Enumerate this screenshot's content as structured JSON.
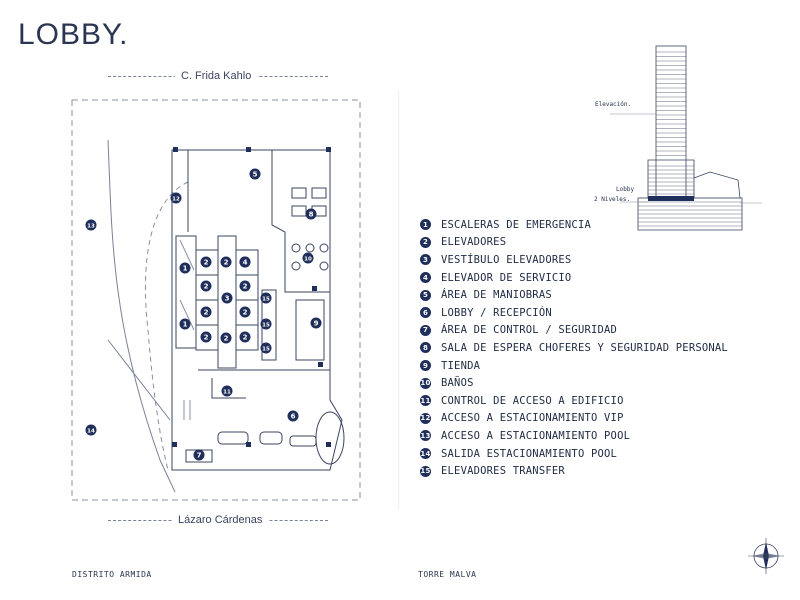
{
  "title": "LOBBY.",
  "streets": {
    "top": "C. Frida Kahlo",
    "bottom": "Lázaro Cárdenas"
  },
  "legend": [
    {
      "num": "1",
      "label": "ESCALERAS DE EMERGENCIA"
    },
    {
      "num": "2",
      "label": "ELEVADORES"
    },
    {
      "num": "3",
      "label": "VESTÍBULO ELEVADORES"
    },
    {
      "num": "4",
      "label": "ELEVADOR DE SERVICIO"
    },
    {
      "num": "5",
      "label": "ÁREA DE MANIOBRAS"
    },
    {
      "num": "6",
      "label": "LOBBY / RECEPCIÓN"
    },
    {
      "num": "7",
      "label": "ÁREA DE CONTROL / SEGURIDAD"
    },
    {
      "num": "8",
      "label": "SALA DE ESPERA CHOFERES Y SEGURIDAD PERSONAL"
    },
    {
      "num": "9",
      "label": "TIENDA"
    },
    {
      "num": "10",
      "label": "BAÑOS"
    },
    {
      "num": "11",
      "label": "CONTROL DE ACCESO A EDIFICIO"
    },
    {
      "num": "12",
      "label": "ACCESO A ESTACIONAMIENTO VIP"
    },
    {
      "num": "13",
      "label": "ACCESO A ESTACIONAMIENTO POOL"
    },
    {
      "num": "14",
      "label": "SALIDA ESTACIONAMIENTO POOL"
    },
    {
      "num": "15",
      "label": "ELEVADORES TRANSFER"
    }
  ],
  "elevation": {
    "label_top": "Elevación.",
    "label_lobby_1": "Lobby",
    "label_lobby_2": "2 Niveles."
  },
  "plan_markers": [
    {
      "num": "1"
    },
    {
      "num": "1"
    },
    {
      "num": "2"
    },
    {
      "num": "2"
    },
    {
      "num": "2"
    },
    {
      "num": "2"
    },
    {
      "num": "2"
    },
    {
      "num": "2"
    },
    {
      "num": "2"
    },
    {
      "num": "2"
    },
    {
      "num": "2"
    },
    {
      "num": "2"
    },
    {
      "num": "3"
    },
    {
      "num": "4"
    },
    {
      "num": "5"
    },
    {
      "num": "6"
    },
    {
      "num": "7"
    },
    {
      "num": "8"
    },
    {
      "num": "9"
    },
    {
      "num": "10"
    },
    {
      "num": "11"
    },
    {
      "num": "12"
    },
    {
      "num": "13"
    },
    {
      "num": "14"
    },
    {
      "num": "15"
    },
    {
      "num": "15"
    },
    {
      "num": "15"
    }
  ],
  "footer": {
    "left": "DISTRITO ARMIDA",
    "right": "TORRE MALVA"
  },
  "colors": {
    "marker": "#1f2e5a",
    "lines": "#3a4460",
    "accent_floor": "#1f2e5a"
  }
}
